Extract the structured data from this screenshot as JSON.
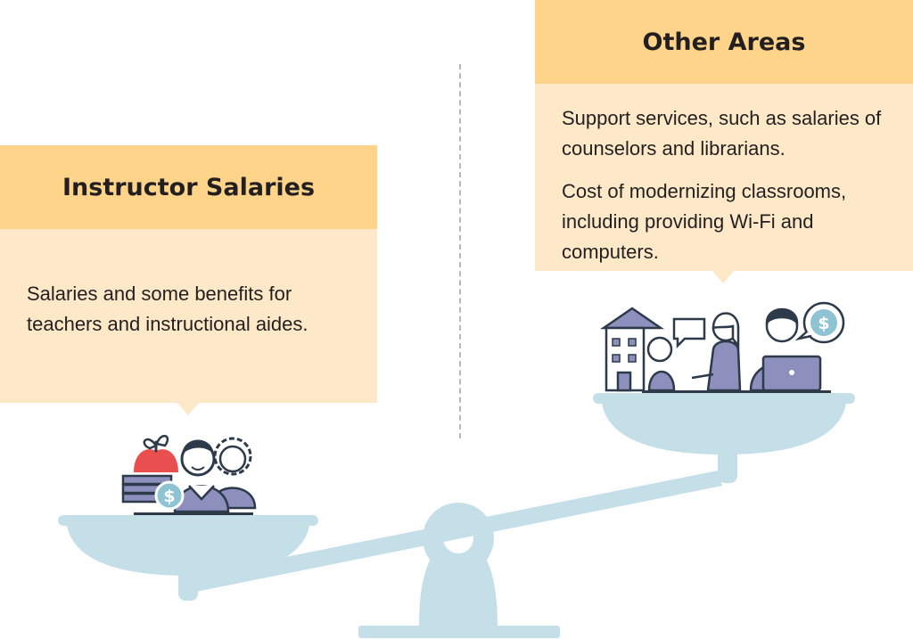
{
  "left_card": {
    "title": "Instructor Salaries",
    "description": "Salaries and some benefits for teachers and instructional aides."
  },
  "right_card": {
    "title": "Other Areas",
    "items": [
      "Support services, such as salaries of counselors and librarians.",
      "Cost of modernizing classrooms, including providing Wi-Fi and computers."
    ]
  },
  "colors": {
    "header": "#fdd48a",
    "body": "#fde9c8",
    "scale": "#c5dfe8",
    "icon_fill": "#8d8fbd",
    "dollar_badge": "#8ec3d3"
  },
  "icons": {
    "left_pan": [
      "money-stack-icon",
      "dollar-coin-icon",
      "sprouting-apple-icon",
      "teacher-icon",
      "instructional-aide-icon"
    ],
    "right_pan": [
      "school-building-icon",
      "counselor-meeting-icon",
      "speech-bubble-icon",
      "laptop-user-icon",
      "dollar-bubble-icon"
    ]
  }
}
